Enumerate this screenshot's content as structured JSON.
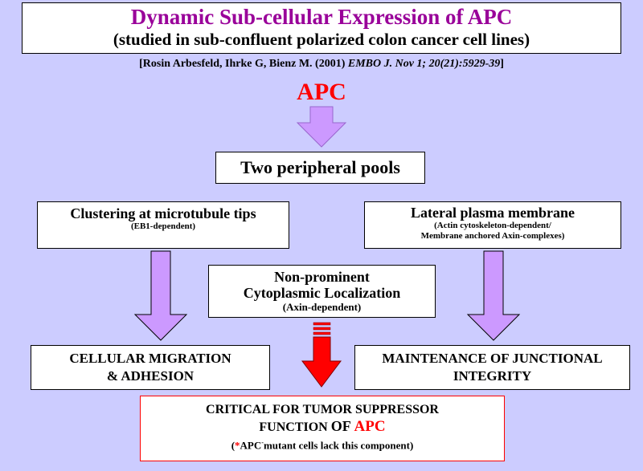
{
  "header": {
    "title": "Dynamic Sub-cellular Expression of  APC",
    "subtitle": "(studied in sub-confluent polarized colon cancer cell lines)"
  },
  "citation": {
    "authors": "[Rosin Arbesfeld, Ihrke G,  Bienz M. (2001) ",
    "journal": "EMBO J. Nov 1; 20(21):5929-39",
    "close": "]"
  },
  "apc_label": "APC",
  "pools": "Two peripheral pools",
  "left_node": {
    "title": "Clustering at microtubule tips",
    "sub": "(EB1-dependent)"
  },
  "right_node": {
    "title": "Lateral plasma membrane",
    "sub1": "(Actin cytoskeleton-dependent/",
    "sub2": "Membrane anchored Axin-complexes)"
  },
  "center_node": {
    "line1": "Non-prominent",
    "line2": "Cytoplasmic Localization",
    "sub": "(Axin-dependent)"
  },
  "migration": {
    "line1": "CELLULAR MIGRATION",
    "line2": "& ADHESION"
  },
  "junction": {
    "line1": "MAINTENANCE OF JUNCTIONAL",
    "line2": "INTEGRITY"
  },
  "critical": {
    "line1": "CRITICAL FOR TUMOR SUPPRESSOR",
    "function_word": "FUNCTION ",
    "of_word": "OF ",
    "apc": "APC",
    "note_open": "(",
    "asterisk": "*",
    "note_apc": "APC",
    "superscript": "-",
    "note_rest": "mutant cells lack this component)"
  },
  "colors": {
    "background": "#ccccff",
    "title": "#990099",
    "accent_red": "#ff0000",
    "arrow_lavender": "#cc99ff"
  }
}
